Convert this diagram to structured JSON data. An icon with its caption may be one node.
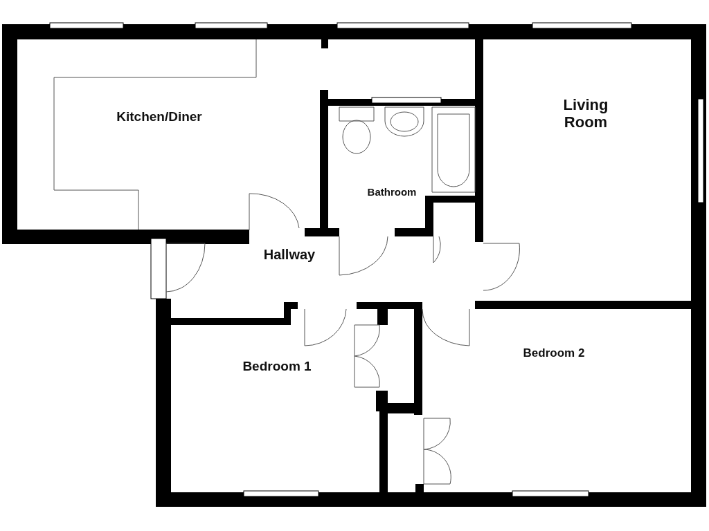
{
  "diagram": {
    "labels": [
      "Kitchen/Diner",
      "Living Room",
      "Bathroom",
      "Hallway",
      "Bedroom 1",
      "Bedroom 2"
    ]
  }
}
